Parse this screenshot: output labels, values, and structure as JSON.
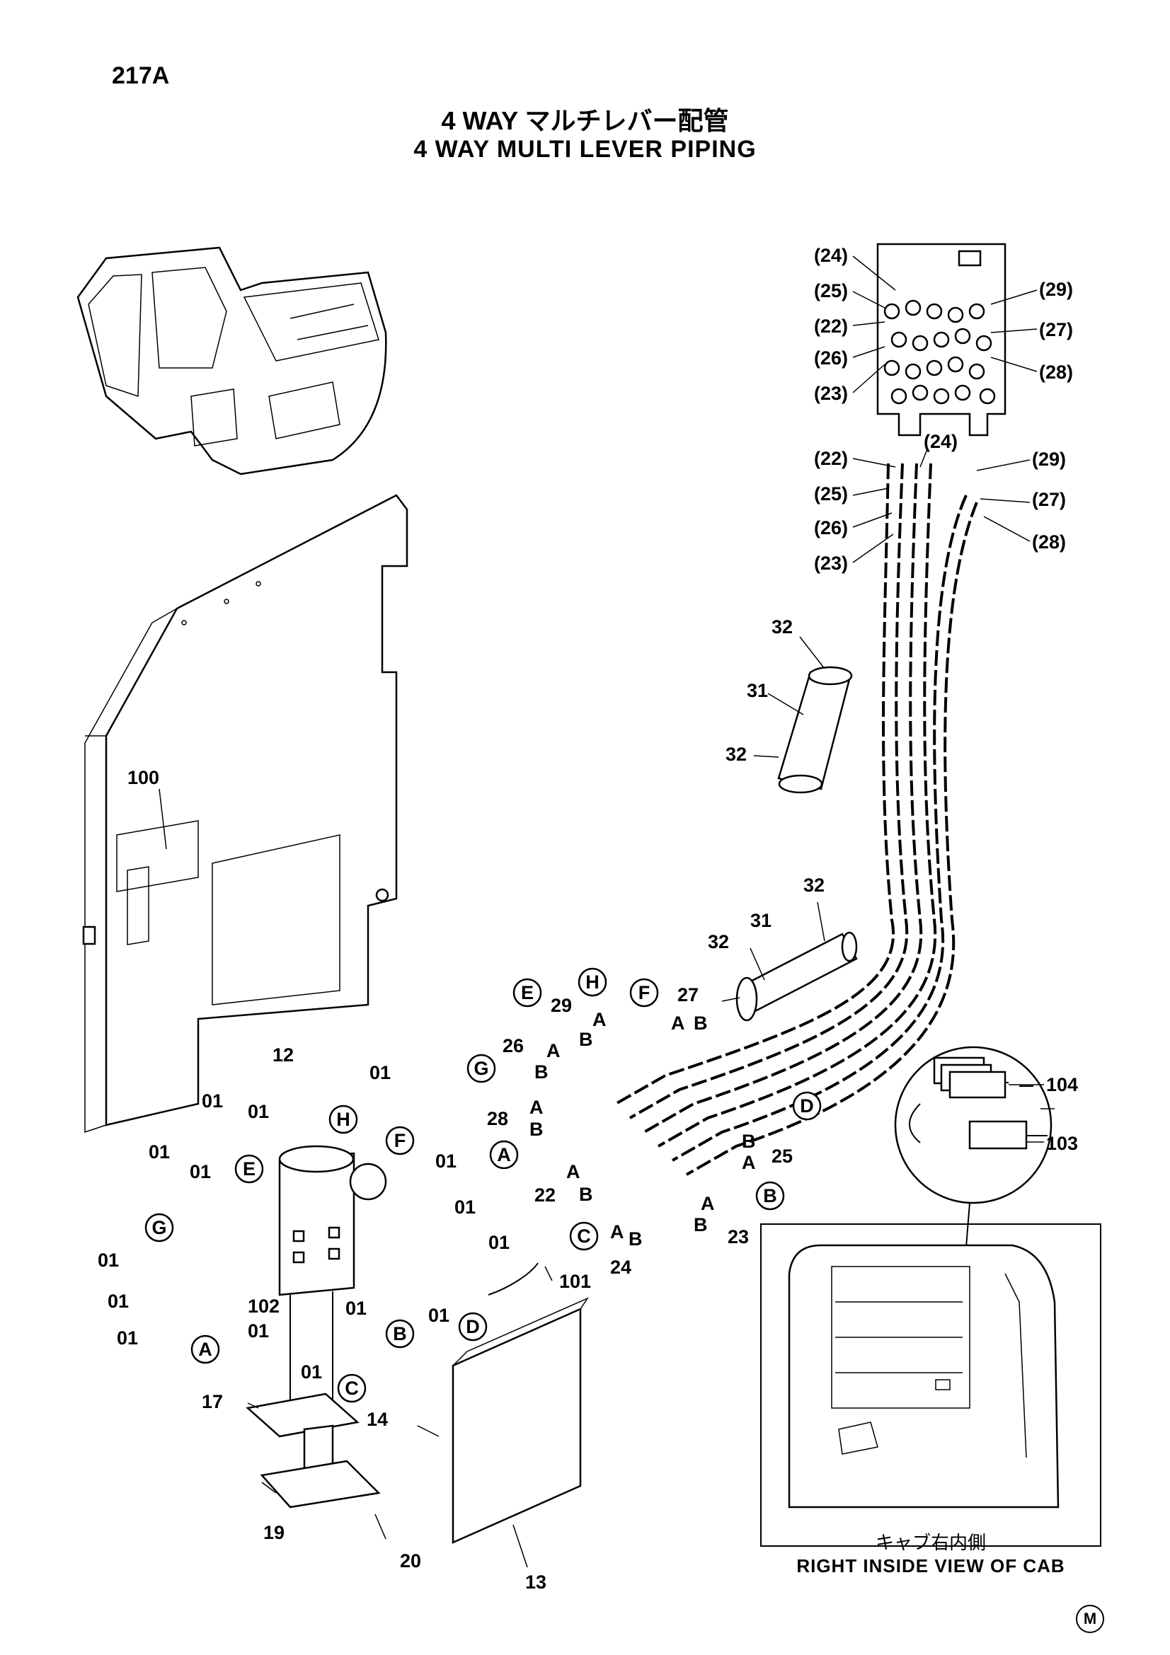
{
  "page_number": "217A",
  "title_jp": "4 WAY マルチレバー配管",
  "title_en": "4 WAY  MULTI  LEVER  PIPING",
  "inset_caption_jp": "キャブ右内側",
  "inset_caption_en": "RIGHT  INSIDE  VIEW  OF  CAB",
  "footer_mark": "M",
  "valve_labels": [
    "(24)",
    "(25)",
    "(22)",
    "(26)",
    "(23)",
    "(29)",
    "(27)",
    "(28)"
  ],
  "hose_labels": [
    "(22)",
    "(24)",
    "(25)",
    "(26)",
    "(23)",
    "(29)",
    "(27)",
    "(28)"
  ],
  "part_numbers": {
    "p32": "32",
    "p31": "31",
    "p100": "100",
    "p12": "12",
    "p01": "01",
    "p102": "102",
    "p17": "17",
    "p19": "19",
    "p20": "20",
    "p14": "14",
    "p13": "13",
    "p101": "101",
    "p104": "104",
    "p103": "103",
    "p22": "22",
    "p23": "23",
    "p24": "24",
    "p25": "25",
    "p26": "26",
    "p27": "27",
    "p28": "28",
    "p29": "29"
  },
  "port_letters": {
    "a": "A",
    "b": "B",
    "c": "C",
    "d": "D",
    "e": "E",
    "f": "F",
    "g": "G",
    "h": "H"
  }
}
